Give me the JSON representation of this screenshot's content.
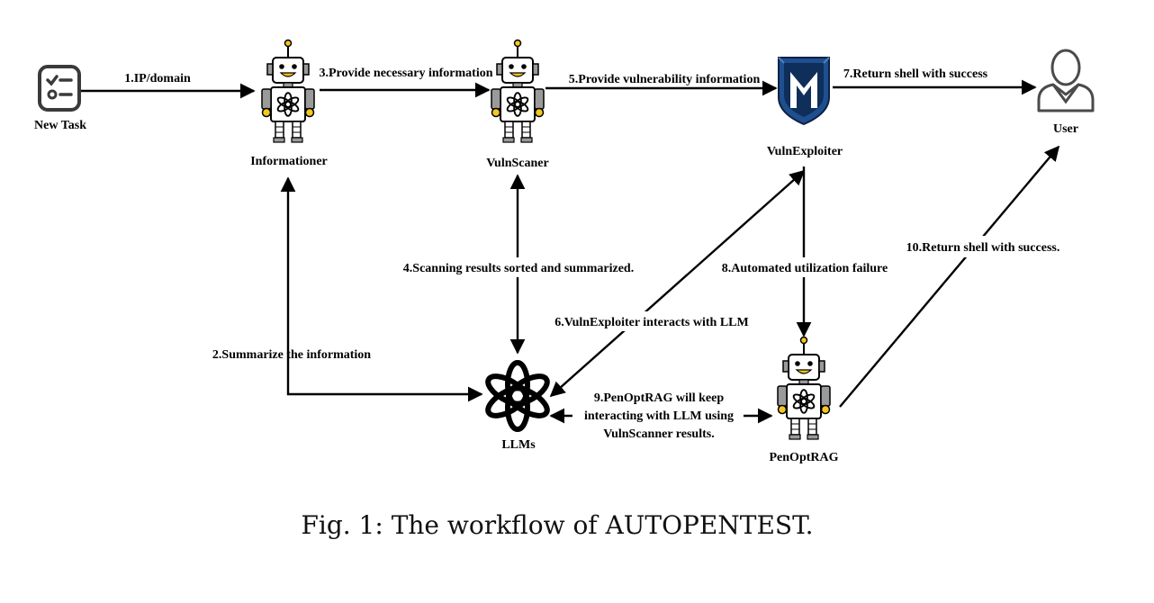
{
  "caption": "Fig. 1: The workflow of AUTOPENTEST.",
  "nodes": {
    "new_task": "New Task",
    "informationer": "Informationer",
    "vulnscaner": "VulnScaner",
    "vulnexploiter": "VulnExploiter",
    "user": "User",
    "llms": "LLMs",
    "penoptrag": "PenOptRAG"
  },
  "edges": {
    "e1": "1.IP/domain",
    "e2": "2.Summarize the information",
    "e3": "3.Provide necessary information",
    "e4": "4.Scanning results sorted and summarized.",
    "e5": "5.Provide vulnerability information",
    "e6": "6.VulnExploiter interacts with LLM",
    "e7": "7.Return shell with success",
    "e8": "8.Automated utilization failure",
    "e9_line1": "9.PenOptRAG will keep",
    "e9_line2": "interacting with LLM using",
    "e9_line3": "VulnScanner results.",
    "e10": "10.Return shell with success."
  },
  "colors": {
    "robot_yellow": "#f4c61f",
    "robot_gray": "#9a9a9a",
    "metasploit_blue": "#1f4f8f",
    "line": "#000000"
  },
  "icons": [
    "checklist-icon",
    "robot-icon",
    "metasploit-icon",
    "user-icon",
    "openai-icon"
  ]
}
